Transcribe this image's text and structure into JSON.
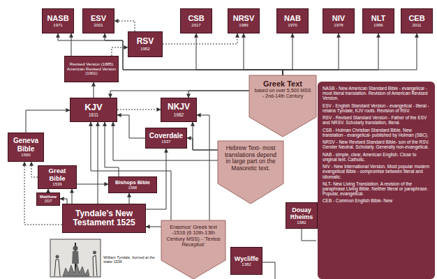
{
  "diagram": {
    "nodes": [
      {
        "text": [
          "NASB",
          "1971"
        ]
      },
      {
        "text": [
          "ESV",
          "2001"
        ]
      },
      {
        "text": [
          "CSB",
          "2017"
        ]
      },
      {
        "text": [
          "NRSV",
          "1989"
        ]
      },
      {
        "text": [
          "NAB",
          "1970"
        ]
      },
      {
        "text": [
          "NIV",
          "1978"
        ]
      },
      {
        "text": [
          "NLT",
          "1996"
        ]
      },
      {
        "text": [
          "CEB",
          "2011"
        ]
      },
      {
        "text": [
          "RSV",
          "1952"
        ]
      },
      {
        "text": [
          "Revised Version (1885)",
          "American Revised Version (1901)"
        ]
      },
      {
        "text": [
          "KJV",
          "1611"
        ]
      },
      {
        "text": [
          "NKJV",
          "1982"
        ]
      },
      {
        "text": [
          "Greek Text",
          "based on over 5,500 MSS - 2nd-14th Century"
        ]
      },
      {
        "text": [
          "Geneva Bible",
          "1560"
        ]
      },
      {
        "text": [
          "Coverdale",
          "1537"
        ]
      },
      {
        "text": [
          "Hebrew Text- most translations depend in large part on the Masoretic text."
        ]
      },
      {
        "text": [
          "Great Bible",
          "1539"
        ]
      },
      {
        "text": [
          "Bishops Bible",
          "1568"
        ]
      },
      {
        "text": [
          "Matthew",
          "1537"
        ]
      },
      {
        "text": [
          "Tyndale's New Testament 1525"
        ]
      },
      {
        "text": [
          "Douay Rheims",
          "1582"
        ]
      },
      {
        "text": [
          "Erasmus' Greek text -1516 (6 10th-13th Century MSS) - 'Textus Receptus'"
        ]
      },
      {
        "text": [
          "Wycliffe",
          "1382"
        ]
      },
      {
        "text": [
          "NASB - New American Standard Bible - evangelical - most literal translation. Revision of American Revised Version.",
          "ESV - English Standard Version - evangelical - literal - retains Tyndale, KJV roots. Revision of RSV.",
          "RSV - Revised Standard Version - Father of the ESV and NRSV. Scholarly translation, literal.",
          "CSB - Holman Christian Standard Bible. New translation - evangelical- published by Holman (SBC).",
          "NRSV - New Revised Standard Bible- son of the RSV. Gender Neutral. Scholarly. Generally non-evangelical.",
          "NAB - simple, clear, American English. Close to original text. Catholic.",
          "NIV - New International Version. Most popular modern evangelical Bible - compromise between literal and idiomatic.",
          "NLT- New Living Translation. A revision of the paraphrase Living Bible. Neither literal or paraphrase. Popular, evangelical.",
          "CEB - Common English Bible- New"
        ]
      }
    ],
    "edges": [
      {
        "from": 9,
        "to": 0,
        "arrow": "to"
      },
      {
        "from": 9,
        "to": 8,
        "arrow": "to"
      },
      {
        "from": 8,
        "to": 1,
        "arrow": "to"
      },
      {
        "from": 8,
        "to": 3,
        "arrow": "to"
      },
      {
        "from": 10,
        "to": 9,
        "arrow": "to"
      },
      {
        "from": 10,
        "to": 11,
        "arrow": "to"
      },
      {
        "from": 12,
        "to": 0,
        "arrow": "to"
      },
      {
        "from": 12,
        "to": 1,
        "arrow": "to"
      },
      {
        "from": 12,
        "to": 2,
        "arrow": "to"
      },
      {
        "from": 12,
        "to": 3,
        "arrow": "to"
      },
      {
        "from": 12,
        "to": 4,
        "arrow": "to"
      },
      {
        "from": 12,
        "to": 5,
        "arrow": "to"
      },
      {
        "from": 12,
        "to": 6,
        "arrow": "to"
      },
      {
        "from": 12,
        "to": 7,
        "arrow": "to"
      },
      {
        "from": 12,
        "to": 10,
        "arrow": "to"
      },
      {
        "from": 12,
        "to": 11,
        "arrow": "to"
      },
      {
        "from": 15,
        "to": 10,
        "arrow": "to"
      },
      {
        "from": 15,
        "to": 11,
        "arrow": "to"
      },
      {
        "from": 15,
        "to": 14,
        "arrow": "to"
      },
      {
        "from": 19,
        "to": 10,
        "arrow": "to"
      },
      {
        "from": 19,
        "to": 13,
        "arrow": "to"
      },
      {
        "from": 19,
        "to": 18,
        "arrow": "to"
      },
      {
        "from": 18,
        "to": 16,
        "arrow": "to"
      },
      {
        "from": 19,
        "to": 16,
        "arrow": "to"
      },
      {
        "from": 16,
        "to": 13,
        "arrow": "to"
      },
      {
        "from": 13,
        "to": 10,
        "arrow": "to"
      },
      {
        "from": 16,
        "to": 17,
        "arrow": "to"
      },
      {
        "from": 17,
        "to": 10,
        "arrow": "to"
      },
      {
        "from": 19,
        "to": 17,
        "arrow": "to"
      },
      {
        "from": 19,
        "to": 14,
        "arrow": "to"
      },
      {
        "from": 14,
        "to": 10,
        "arrow": "to"
      },
      {
        "from": 21,
        "to": 19,
        "arrow": "to"
      },
      {
        "from": 21,
        "to": 10,
        "arrow": "to"
      },
      {
        "from": 21,
        "to": 11,
        "arrow": "to"
      }
    ],
    "labels": [
      "William Tyndale, burned at the stake 1536"
    ]
  }
}
